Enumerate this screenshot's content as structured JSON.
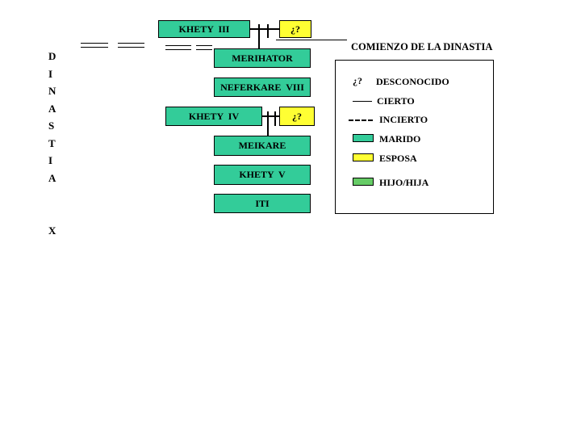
{
  "dynasty": {
    "letters": [
      "D",
      "I",
      "N",
      "A",
      "S",
      "T",
      "I",
      "A"
    ],
    "number": "X"
  },
  "colors": {
    "husband": "#33cc99",
    "wife": "#ffff33",
    "child": "#66cc66"
  },
  "tree": {
    "khety3": "KHETY  III",
    "spouse1": "¿?",
    "merihator": "MERIHATOR",
    "neferkare": "NEFERKARE  VIII",
    "khety4": "KHETY  IV",
    "spouse2": "¿?",
    "meikare": "MEIKARE",
    "khety5": "KHETY  V",
    "iti": "ITI"
  },
  "annotations": {
    "dynasty_start": "COMIENZO DE LA DINASTIA"
  },
  "legend": {
    "unknown_symbol": "¿?",
    "unknown": "DESCONOCIDO",
    "certain": "CIERTO",
    "uncertain": "INCIERTO",
    "husband": "MARIDO",
    "wife": "ESPOSA",
    "child": "HIJO/HIJA"
  }
}
